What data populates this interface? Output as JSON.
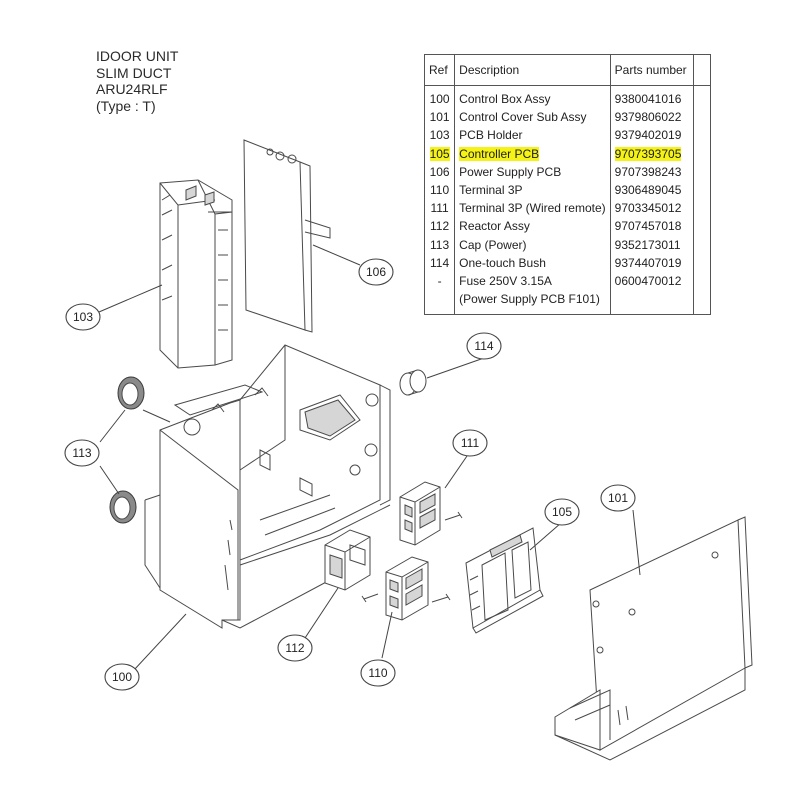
{
  "model": {
    "lines": [
      "IDOOR UNIT",
      "SLIM DUCT",
      "ARU24RLF",
      "(Type : T)"
    ]
  },
  "table": {
    "headers": {
      "ref": "Ref",
      "description": "Description",
      "part_number": "Parts number",
      "extra": ""
    },
    "highlight_color": "#f5f215",
    "rows": [
      {
        "ref": "100",
        "description": "Control Box Assy",
        "part_number": "9380041016"
      },
      {
        "ref": "101",
        "description": "Control Cover Sub Assy",
        "part_number": "9379806022"
      },
      {
        "ref": "103",
        "description": "PCB Holder",
        "part_number": "9379402019"
      },
      {
        "ref": "105",
        "description": "Controller PCB",
        "part_number": "9707393705",
        "highlighted": true
      },
      {
        "ref": "106",
        "description": "Power Supply PCB",
        "part_number": "9707398243"
      },
      {
        "ref": "110",
        "description": "Terminal 3P",
        "part_number": "9306489045"
      },
      {
        "ref": "111",
        "description": "Terminal 3P (Wired remote)",
        "part_number": "9703345012"
      },
      {
        "ref": "112",
        "description": "Reactor Assy",
        "part_number": "9707457018"
      },
      {
        "ref": "113",
        "description": "Cap (Power)",
        "part_number": "9352173011"
      },
      {
        "ref": "114",
        "description": "One-touch Bush",
        "part_number": "9374407019"
      },
      {
        "ref": "-",
        "description": "Fuse 250V 3.15A",
        "part_number": "0600470012"
      },
      {
        "ref": "",
        "description": "(Power Supply PCB F101)",
        "part_number": ""
      }
    ]
  },
  "callouts": {
    "c100": "100",
    "c101": "101",
    "c103": "103",
    "c105": "105",
    "c106": "106",
    "c110": "110",
    "c111": "111",
    "c112": "112",
    "c113": "113",
    "c114": "114"
  }
}
